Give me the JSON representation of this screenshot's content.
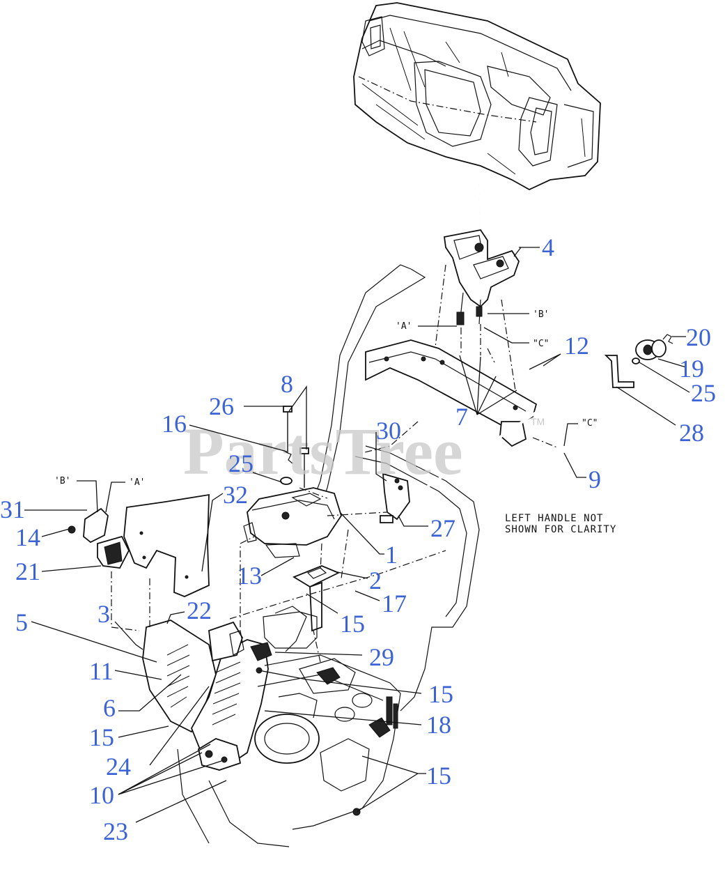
{
  "watermark": {
    "text": "PartsTree",
    "trademark": "TM"
  },
  "note": {
    "line1": "LEFT HANDLE NOT",
    "line2": "SHOWN FOR CLARITY"
  },
  "ref_marks": {
    "b_top": "'B'",
    "a_top": "'A'",
    "a_cable": "'A'",
    "b_cable": "'B'",
    "c_cable": "\"C\"",
    "c_bolt": "\"C\""
  },
  "callouts": {
    "c1": "1",
    "c2": "2",
    "c3": "3",
    "c4": "4",
    "c5": "5",
    "c6": "6",
    "c7": "7",
    "c8": "8",
    "c9": "9",
    "c10": "10",
    "c11": "11",
    "c12": "12",
    "c13": "13",
    "c14": "14",
    "c15_a": "15",
    "c15_b": "15",
    "c15_c": "15",
    "c15_d": "15",
    "c16": "16",
    "c17": "17",
    "c18": "18",
    "c19": "19",
    "c20": "20",
    "c21": "21",
    "c22": "22",
    "c23": "23",
    "c24": "24",
    "c25_a": "25",
    "c25_b": "25",
    "c26": "26",
    "c27": "27",
    "c28": "28",
    "c29": "29",
    "c30": "30",
    "c31": "31",
    "c32": "32"
  }
}
